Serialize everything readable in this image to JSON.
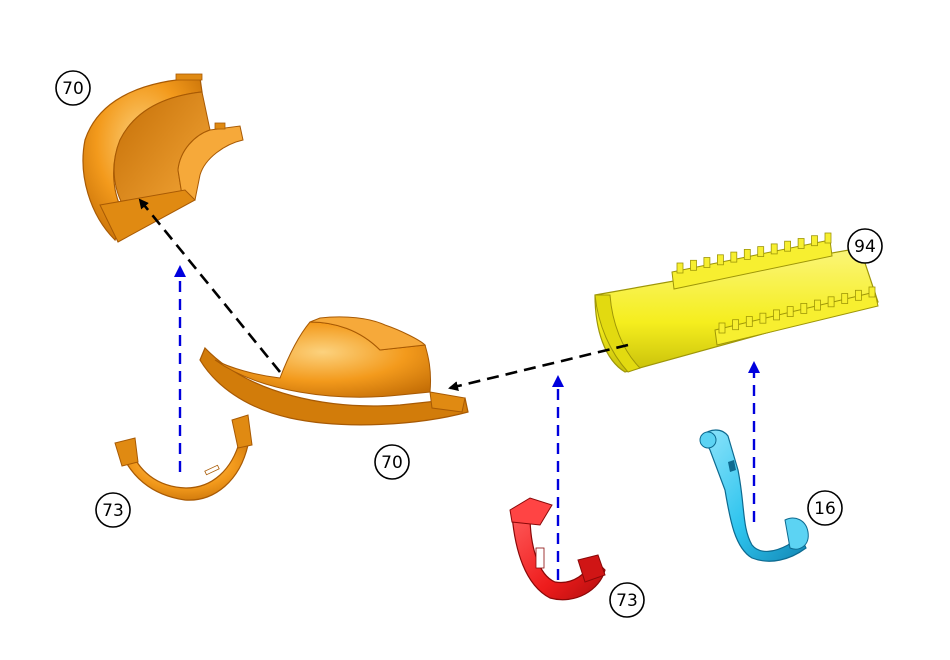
{
  "diagram": {
    "colors": {
      "orange": "#f39a1c",
      "orange_dark": "#c46e06",
      "orange_light": "#fbc46a",
      "yellow": "#f5ee1e",
      "yellow_dark": "#c8c00a",
      "red": "#ee1c1c",
      "red_dark": "#b00d0d",
      "cyan": "#2ec4ee",
      "cyan_dark": "#1286b4",
      "arrow_black": "#000000",
      "arrow_blue": "#0000dd"
    },
    "callouts": [
      {
        "id": "elbow-top",
        "label": "70"
      },
      {
        "id": "elbow-bottom",
        "label": "70"
      },
      {
        "id": "straight-channel",
        "label": "94"
      },
      {
        "id": "bracket-orange",
        "label": "73"
      },
      {
        "id": "bracket-red",
        "label": "73"
      },
      {
        "id": "clip-cyan",
        "label": "16"
      }
    ]
  }
}
